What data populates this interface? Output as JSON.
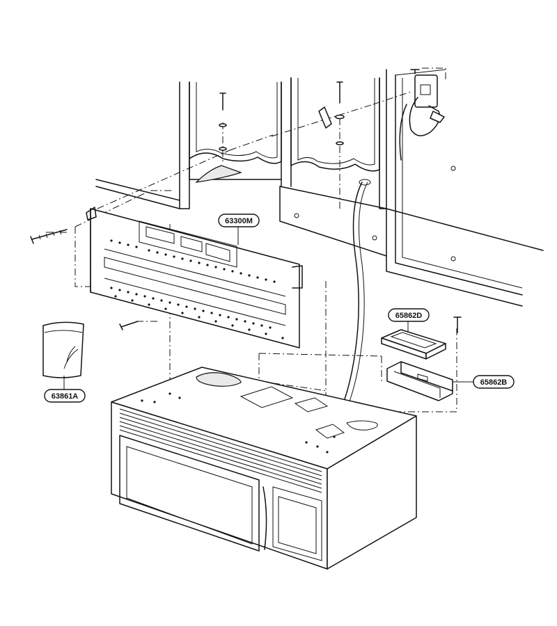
{
  "callouts": [
    {
      "id": "bracket",
      "label": "63300M"
    },
    {
      "id": "bag",
      "label": "63861A"
    },
    {
      "id": "plate",
      "label": "65862D"
    },
    {
      "id": "duct",
      "label": "65862B"
    }
  ]
}
